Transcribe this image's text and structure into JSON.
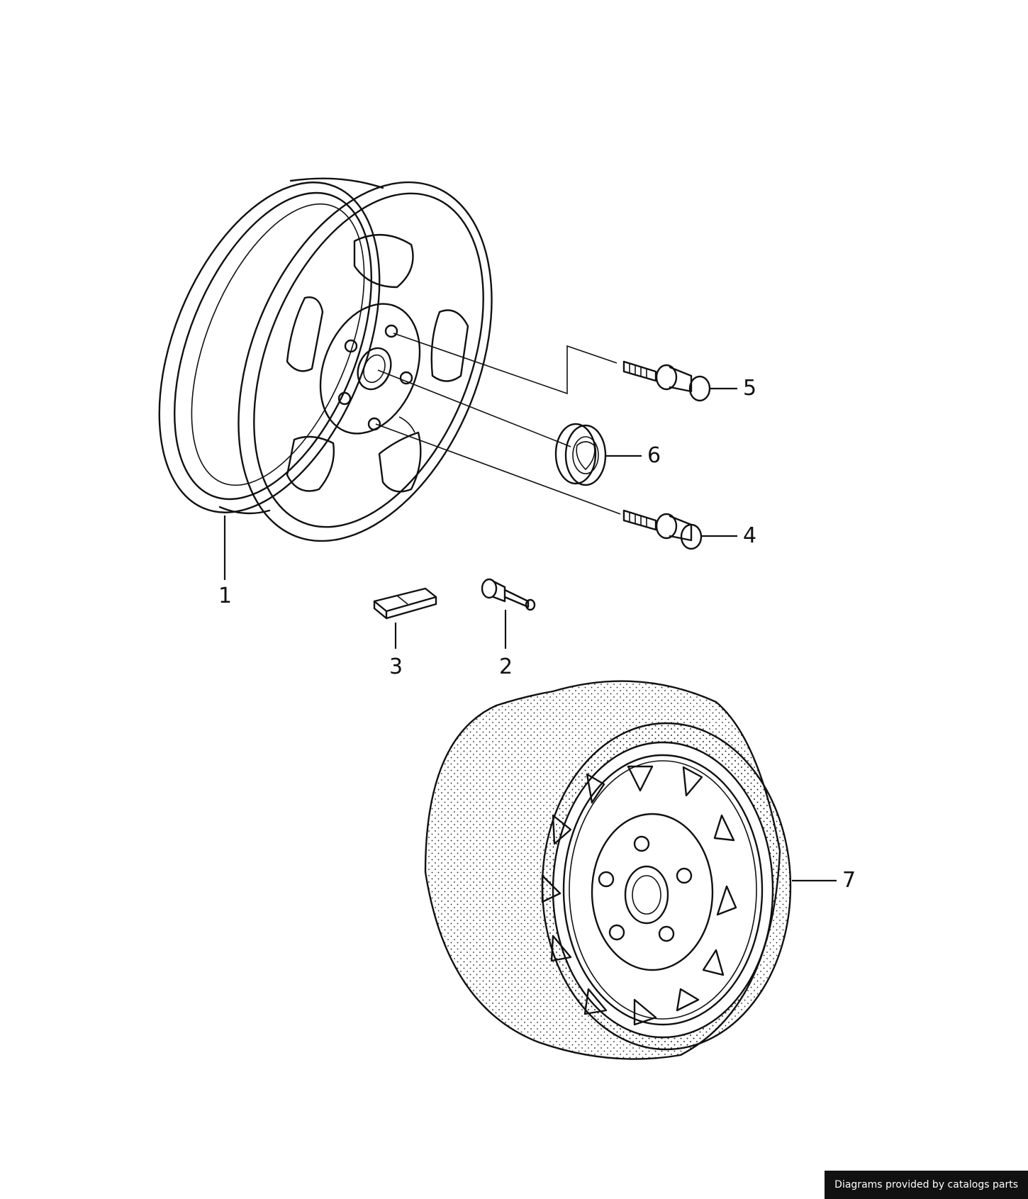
{
  "callouts": [
    {
      "id": "1",
      "label": "1"
    },
    {
      "id": "2",
      "label": "2"
    },
    {
      "id": "3",
      "label": "3"
    },
    {
      "id": "4",
      "label": "4"
    },
    {
      "id": "5",
      "label": "5"
    },
    {
      "id": "6",
      "label": "6"
    },
    {
      "id": "7",
      "label": "7"
    }
  ],
  "footer": {
    "credit": "Diagrams provided by catalogs parts"
  },
  "colors": {
    "line": "#111111",
    "background": "#ffffff",
    "credit_bg": "#111111",
    "credit_text": "#ffffff"
  }
}
